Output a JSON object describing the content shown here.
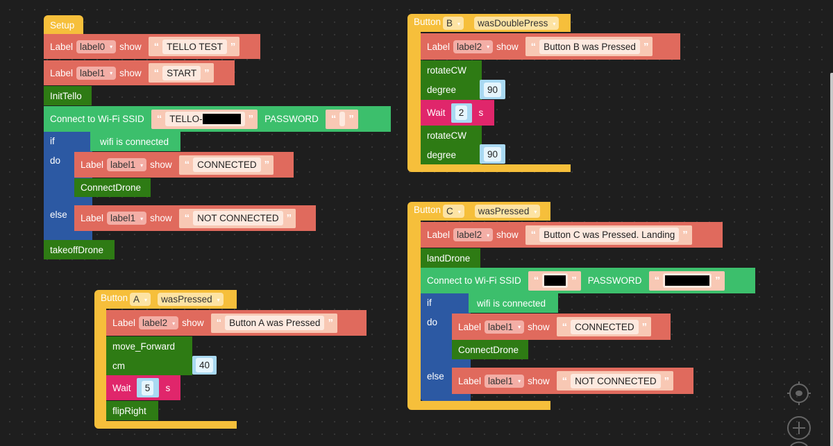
{
  "common": {
    "label": "Label",
    "show": "show",
    "open_quote": "“",
    "close_quote": "”",
    "dropdown_caret": "▾",
    "connect_wifi": "Connect to Wi-Fi SSID",
    "password": "PASSWORD",
    "if": "if",
    "do": "do",
    "else": "else",
    "wifi_connected": "wifi is connected",
    "connected": "CONNECTED",
    "not_connected": "NOT CONNECTED",
    "connect_drone": "ConnectDrone",
    "wait": "Wait",
    "seconds": "s",
    "rotate": "rotateCW",
    "degree": "degree"
  },
  "colors": {
    "label_block": "#e06a5d",
    "event_block": "#f6bf3b",
    "drone_block": "#2e7b14",
    "wifi_block": "#3cbf6c",
    "logic_block": "#2c59a3",
    "wait_block": "#e0266b",
    "background": "#1e1e1e"
  },
  "setup": {
    "title": "Setup",
    "label0": {
      "target": "label0",
      "text": "TELLO TEST"
    },
    "label1": {
      "target": "label1",
      "text": "START"
    },
    "init": "InitTello",
    "ssid_prefix": "TELLO-",
    "if_label_target": "label1",
    "else_label_target": "label1",
    "takeoff": "takeoffDrone"
  },
  "button_a": {
    "title": "Button",
    "button": "A",
    "event": "wasPressed",
    "label_target": "label2",
    "label_text": "Button A was Pressed",
    "move": "move_Forward",
    "cm": "cm",
    "distance": "40",
    "wait": "5",
    "flip": "flipRight"
  },
  "button_b": {
    "title": "Button",
    "button": "B",
    "event": "wasDoublePress",
    "label_target": "label2",
    "label_text": "Button B was Pressed",
    "degree1": "90",
    "wait": "2",
    "degree2": "90"
  },
  "button_c": {
    "title": "Button",
    "button": "C",
    "event": "wasPressed",
    "label_target": "label2",
    "label_text": "Button C was Pressed. Landing",
    "land": "landDrone",
    "if_label_target": "label1",
    "else_label_target": "label1"
  },
  "controls": {
    "recenter": "target-icon",
    "zoom_in": "plus-icon"
  }
}
